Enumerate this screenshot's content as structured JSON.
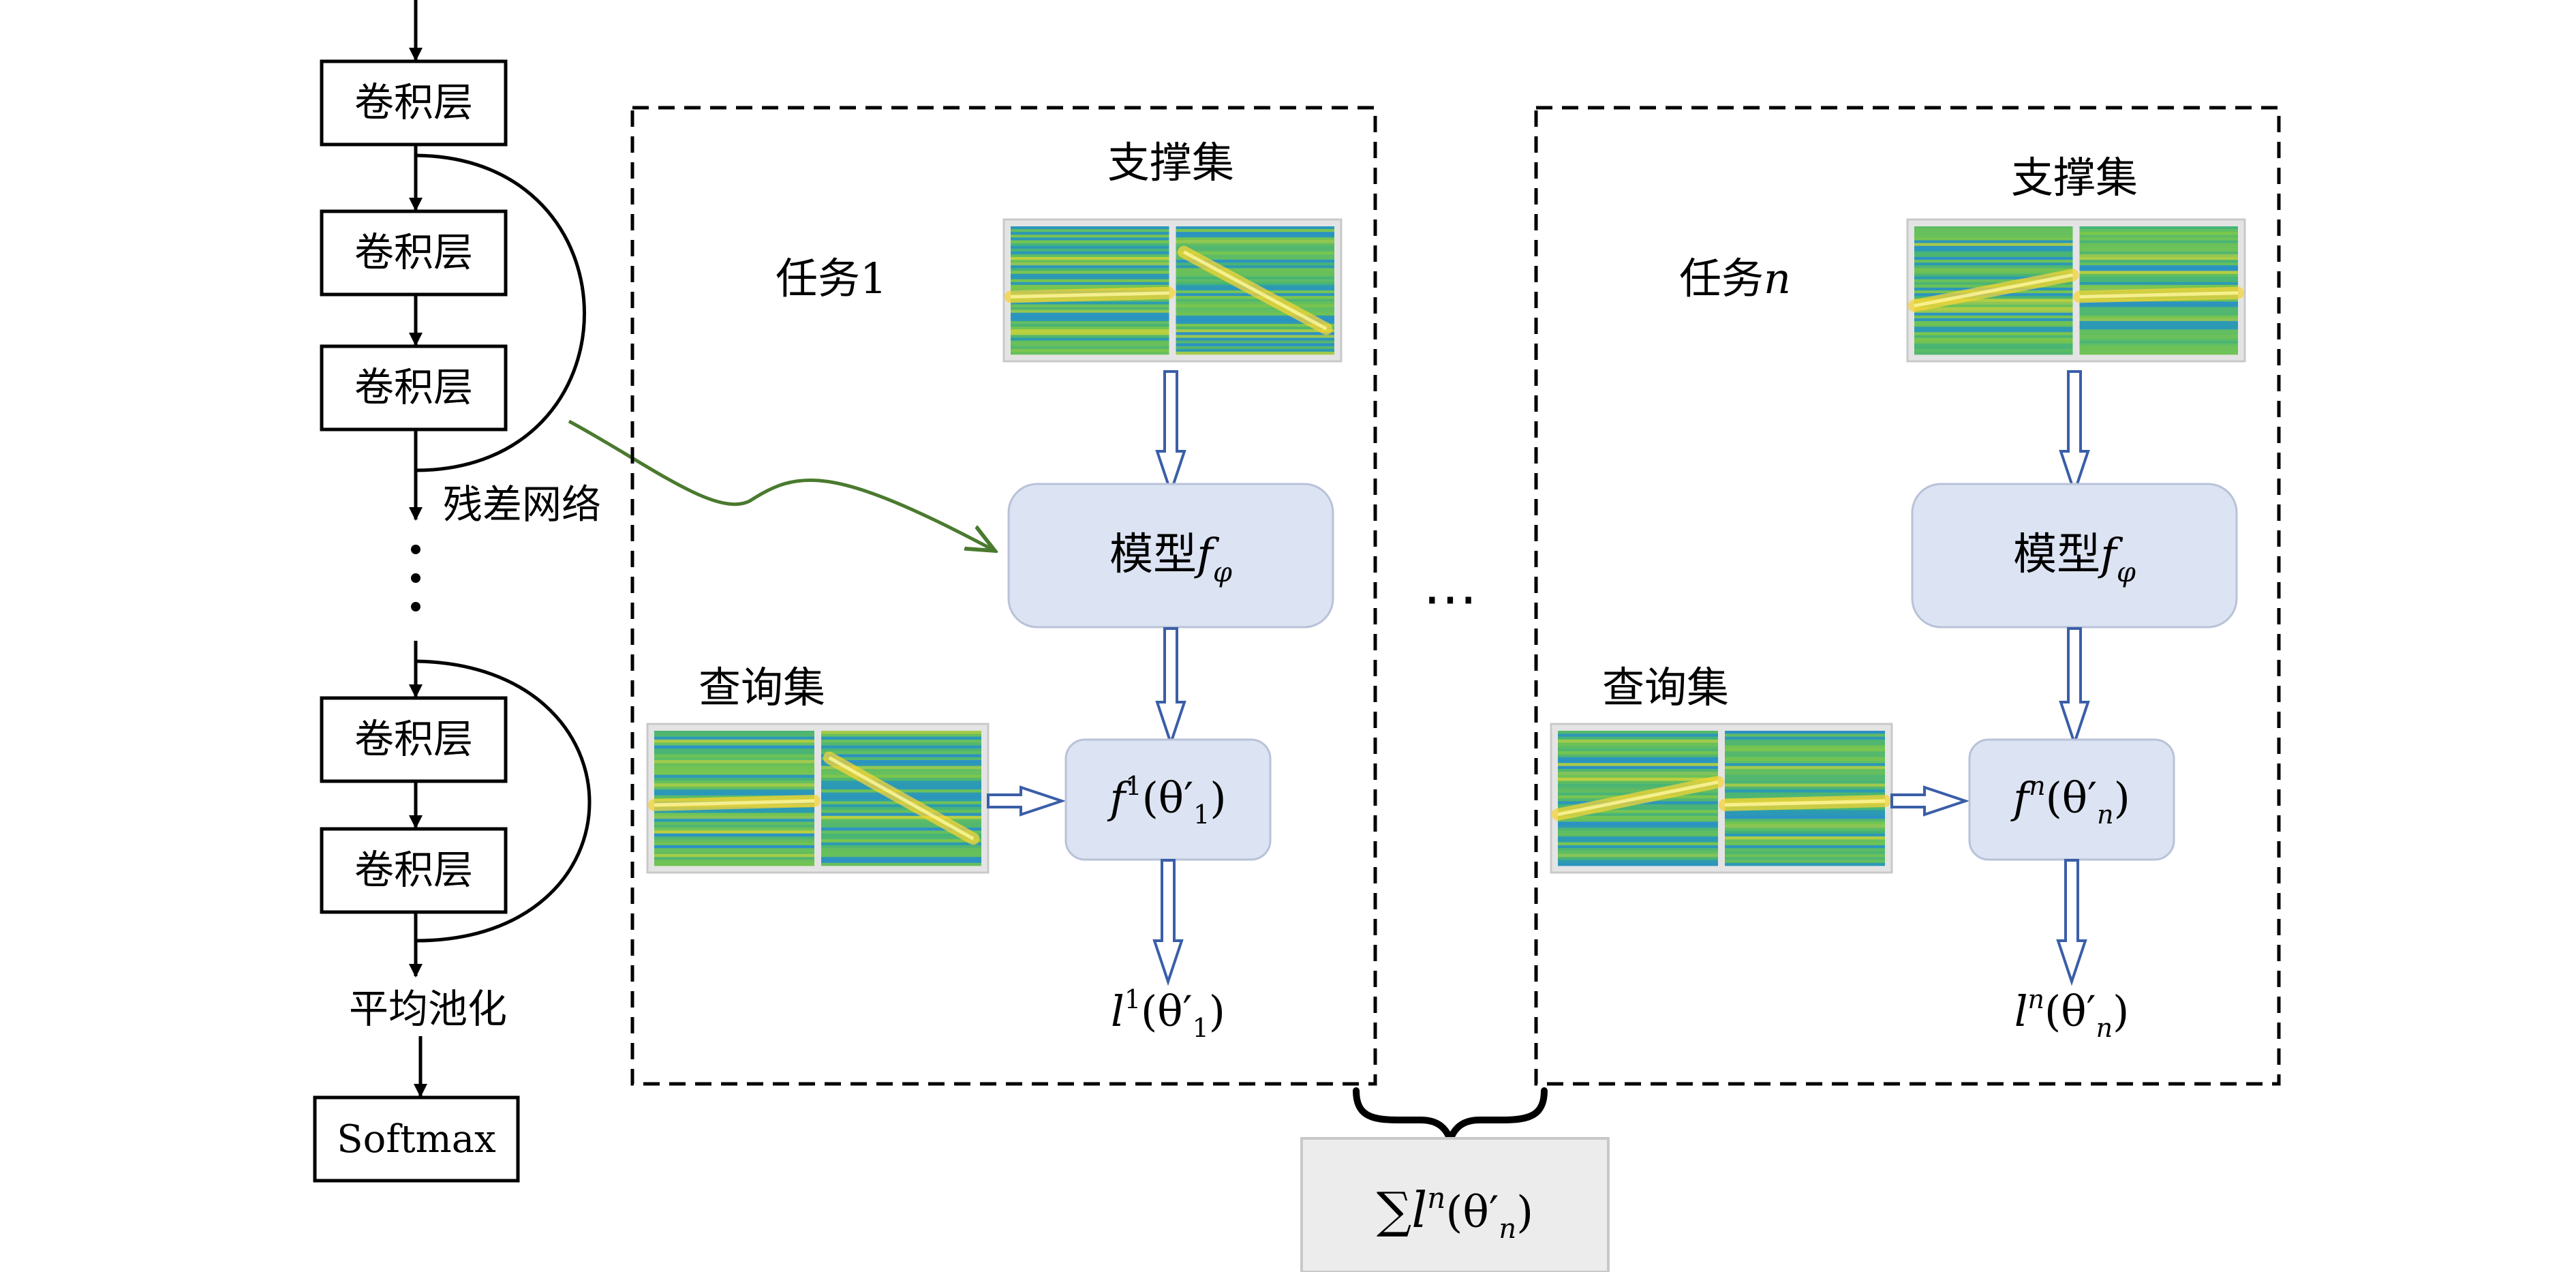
{
  "network": {
    "layers": [
      "卷积层",
      "卷积层",
      "卷积层",
      "卷积层",
      "卷积层"
    ],
    "residual_label": "残差网络",
    "pooling_label": "平均池化",
    "softmax_label": "Softmax"
  },
  "tasks": [
    {
      "task_label_prefix": "任务",
      "task_index": "1",
      "support_label": "支撑集",
      "query_label": "查询集",
      "model_label": "模型",
      "model_symbol": "f",
      "model_subscript": "φ",
      "adapted_f": "f",
      "adapted_sup": "1",
      "theta_sub": "1",
      "loss_l": "l",
      "loss_sup": "1"
    },
    {
      "task_label_prefix": "任务",
      "task_index": "n",
      "support_label": "支撑集",
      "query_label": "查询集",
      "model_label": "模型",
      "model_symbol": "f",
      "model_subscript": "φ",
      "adapted_f": "f",
      "adapted_sup": "n",
      "theta_sub": "n",
      "loss_l": "l",
      "loss_sup": "n"
    }
  ],
  "ellipsis": "⋯",
  "sum": {
    "sigma": "∑",
    "l": "l",
    "sup": "n",
    "theta_sub": "n"
  },
  "colors": {
    "model_fill": "#dce3f2",
    "model_stroke": "#b8c2d8",
    "arrow_fill": "#ffffff",
    "arrow_stroke": "#3a5ea8",
    "residual_arrow": "#4a7a2e",
    "sum_fill": "#ececec",
    "sum_stroke": "#c8c8c8",
    "spectro_base": "#2fae8a",
    "spectro_green": "#7fc74a",
    "spectro_blue": "#2b8fc9",
    "spectro_yellow": "#f5d437"
  }
}
